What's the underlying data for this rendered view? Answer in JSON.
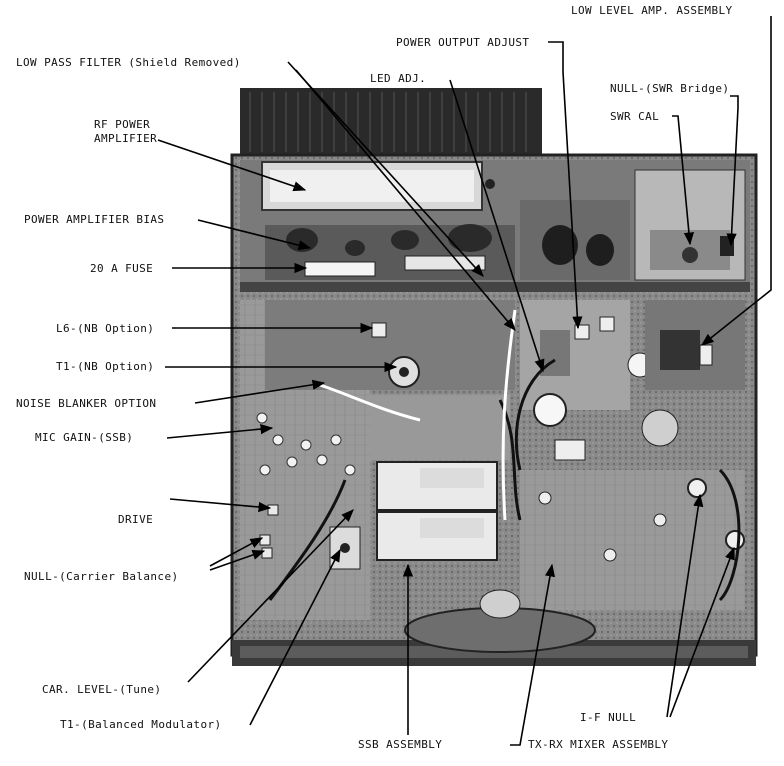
{
  "labels": {
    "low_level_amp": "LOW LEVEL AMP. ASSEMBLY",
    "power_output_adjust": "POWER OUTPUT ADJUST",
    "low_pass_filter": "LOW PASS FILTER (Shield Removed)",
    "led_adj": "LED ADJ.",
    "null_swr": "NULL-(SWR Bridge)",
    "rf_power_amp_1": "RF  POWER",
    "rf_power_amp_2": "AMPLIFIER",
    "swr_cal": "SWR CAL",
    "power_amp_bias": "POWER AMPLIFIER BIAS",
    "fuse": "20 A FUSE",
    "l6_nb": "L6-(NB Option)",
    "t1_nb": "T1-(NB Option)",
    "noise_blanker": "NOISE BLANKER OPTION",
    "mic_gain": "MIC GAIN-(SSB)",
    "drive": "DRIVE",
    "null_carrier": "NULL-(Carrier Balance)",
    "car_level": "CAR. LEVEL-(Tune)",
    "t1_balanced": "T1-(Balanced Modulator)",
    "ssb_assembly": "SSB ASSEMBLY",
    "tx_rx_mixer": "TX-RX MIXER ASSEMBLY",
    "if_null": "I-F NULL"
  }
}
